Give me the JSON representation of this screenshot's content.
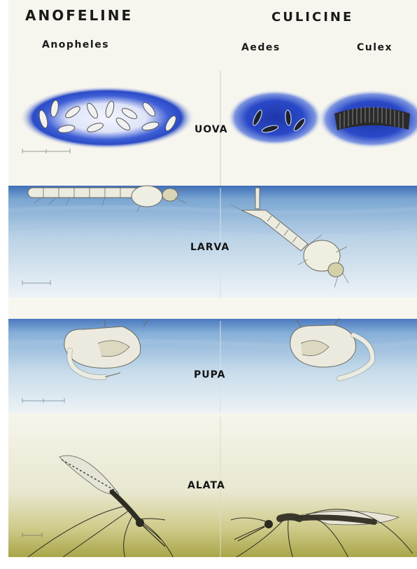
{
  "headers": {
    "left_group": "ANOFELINE",
    "right_group": "CULICINE",
    "genus_1": "Anopheles",
    "genus_2": "Aedes",
    "genus_3": "Culex"
  },
  "stages": {
    "egg": "UOVA",
    "larva": "LARVA",
    "pupa": "PUPA",
    "adult": "ALATA"
  },
  "colors": {
    "egg_glow": "#2f4fd0",
    "water_top": "#5b90c8",
    "water_light": "#dfe9f2",
    "ground": "#b9b55a",
    "ink": "#1a1a1a"
  }
}
